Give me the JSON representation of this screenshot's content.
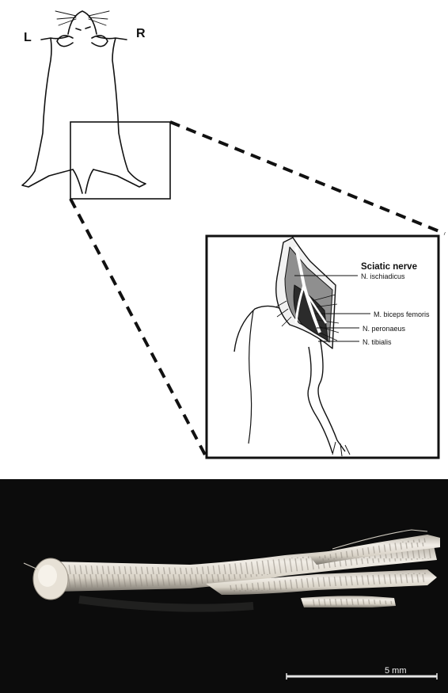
{
  "top_figure": {
    "side_left": "L",
    "side_right": "R"
  },
  "inset": {
    "labels": {
      "sciatic": "Sciatic nerve",
      "ischiadicus": "N. ischiadicus",
      "biceps": "M. biceps femoris",
      "peronaeus": "N. peronaeus",
      "tibialis": "N. tibialis"
    }
  },
  "photo": {
    "scale_bar_label": "5 mm"
  }
}
